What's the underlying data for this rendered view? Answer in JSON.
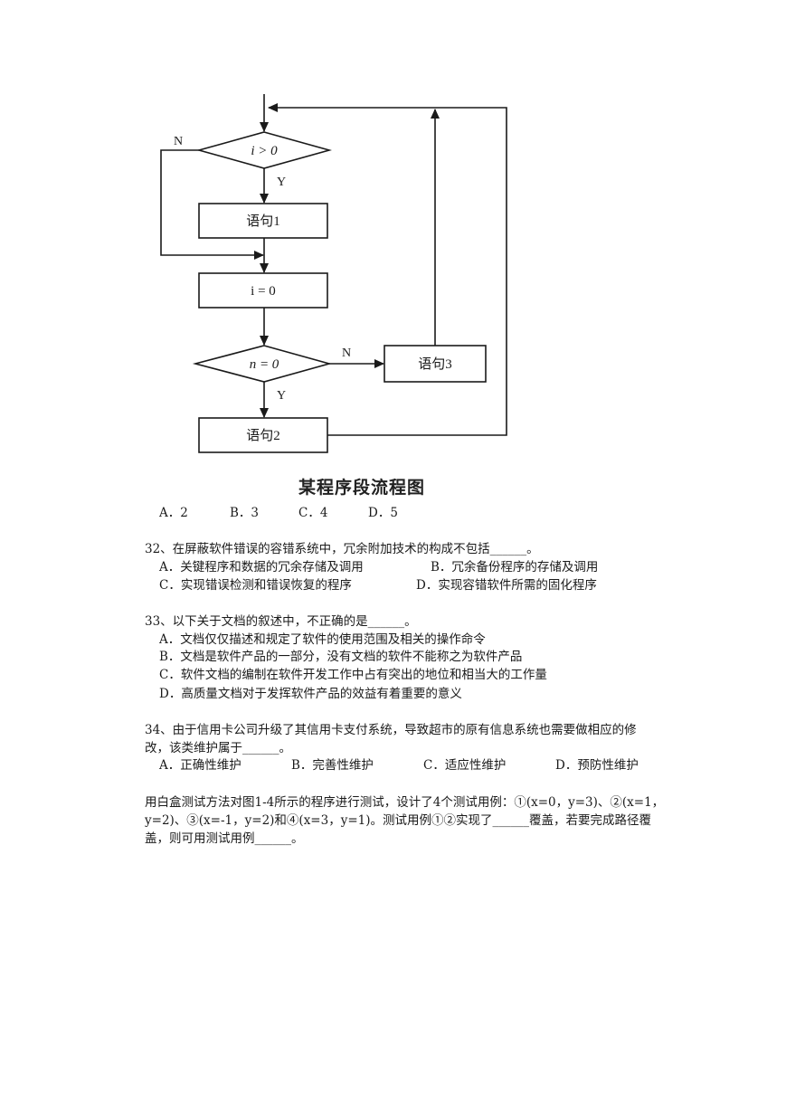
{
  "flowchart": {
    "cond1": "i > 0",
    "stmt1": "语句1",
    "assign": "i = 0",
    "cond2": "n = 0",
    "stmt2": "语句2",
    "stmt3": "语句3",
    "yes": "Y",
    "no": "N",
    "caption": "某程序段流程图"
  },
  "q31": {
    "options": [
      "A．2",
      "B．3",
      "C．4",
      "D．5"
    ]
  },
  "q32": {
    "stem": "32、在屏蔽软件错误的容错系统中，冗余附加技术的构成不包括______。",
    "options": [
      "A．关键程序和数据的冗余存储及调用",
      "B．冗余备份程序的存储及调用",
      "C．实现错误检测和错误恢复的程序",
      "D．实现容错软件所需的固化程序"
    ]
  },
  "q33": {
    "stem": "33、以下关于文档的叙述中，不正确的是______。",
    "options": [
      "A．文档仅仅描述和规定了软件的使用范围及相关的操作命令",
      "B．文档是软件产品的一部分，没有文档的软件不能称之为软件产品",
      "C．软件文档的编制在软件开发工作中占有突出的地位和相当大的工作量",
      "D．高质量文档对于发挥软件产品的效益有着重要的意义"
    ]
  },
  "q34": {
    "stem_line1": "34、由于信用卡公司升级了其信用卡支付系统，导致超市的原有信息系统也需要做相应的修",
    "stem_line2": "改，该类维护属于______。",
    "options": [
      "A．正确性维护",
      "B．完善性维护",
      "C．适应性维护",
      "D．预防性维护"
    ]
  },
  "q35": {
    "line1": "用白盒测试方法对图1-4所示的程序进行测试，设计了4个测试用例：①(x=0，y=3)、②(x=1，",
    "line2": "y=2)、③(x=-1，y=2)和④(x=3，y=1)。测试用例①②实现了______覆盖，若要完成路径覆",
    "line3": "盖，则可用测试用例______。"
  }
}
